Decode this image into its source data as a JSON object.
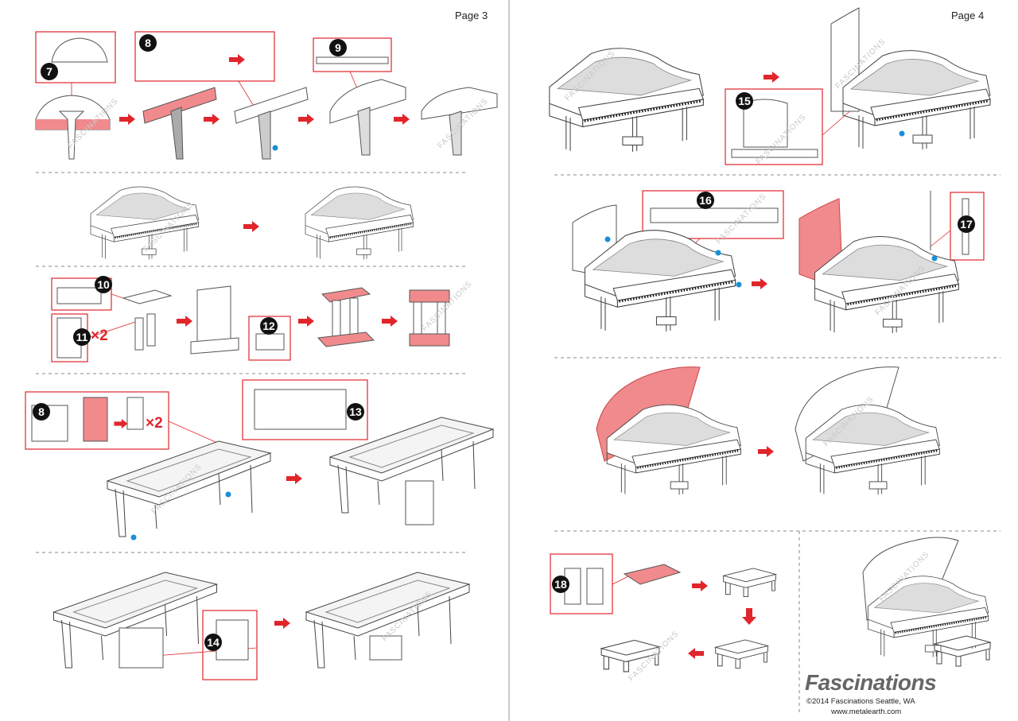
{
  "pages": [
    {
      "label": "Page 3"
    },
    {
      "label": "Page 4"
    }
  ],
  "steps": [
    "7",
    "8",
    "9",
    "10",
    "11",
    "12",
    "8",
    "13",
    "14",
    "15",
    "16",
    "17",
    "18"
  ],
  "multipliers": {
    "step11": "×2",
    "step8": "×2"
  },
  "watermark": "FASCINATIONS",
  "footer": {
    "brand": "Fascinations",
    "copyright": "©2014 Fascinations Seattle, WA",
    "url": "www.metalearth.com"
  },
  "colors": {
    "accent": "#e0262b",
    "highlight": "#f08a8c",
    "marker_blue": "#1a8fd8",
    "marker_green": "#a6c832"
  }
}
